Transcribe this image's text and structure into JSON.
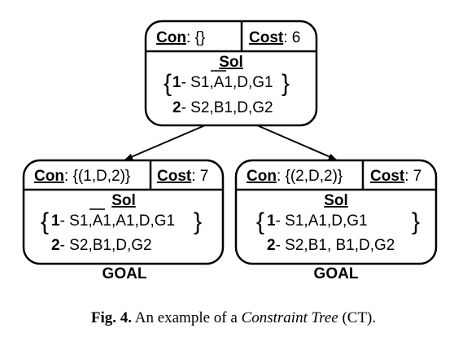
{
  "root": {
    "con_label": "Con",
    "con_value": ": {}",
    "cost_label": "Cost",
    "cost_value": ": 6",
    "sol_label": "Sol",
    "sol": [
      {
        "num": "1",
        "path": "- S1,A1,D,G1"
      },
      {
        "num": "2",
        "path": "- S2,B1,D,G2"
      }
    ]
  },
  "left": {
    "con_label": "Con",
    "con_value": ": {(1,D,2)}",
    "cost_label": "Cost",
    "cost_value": ": 7",
    "sol_label": "Sol",
    "sol": [
      {
        "num": "1",
        "path": "- S1,A1,A1,D,G1"
      },
      {
        "num": "2",
        "path": "- S2,B1,D,G2"
      }
    ],
    "status": "GOAL"
  },
  "right": {
    "con_label": "Con",
    "con_value": ": {(2,D,2)}",
    "cost_label": "Cost",
    "cost_value": ": 7",
    "sol_label": "Sol",
    "sol": [
      {
        "num": "1",
        "path": "- S1,A1,D,G1"
      },
      {
        "num": "2",
        "path": "- S2,B1, B1,D,G2"
      }
    ],
    "status": "GOAL"
  },
  "caption": {
    "fig_label": "Fig. 4.",
    "text_before": " An example of a ",
    "italic_term": "Constraint Tree",
    "text_after": " (CT)."
  }
}
